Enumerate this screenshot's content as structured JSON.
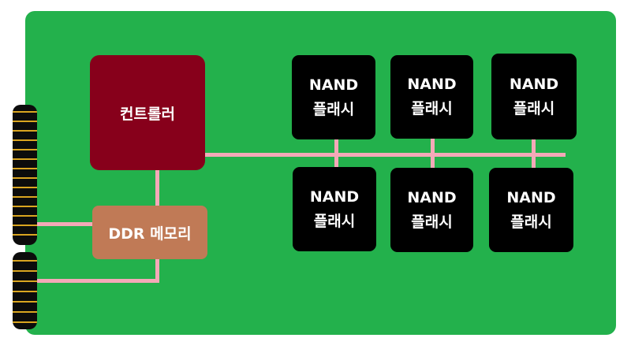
{
  "controller": {
    "label": "컨트롤러"
  },
  "ddr": {
    "label": "DDR 메모리"
  },
  "nand_top": [
    {
      "line1": "NAND",
      "line2": "플래시"
    },
    {
      "line1": "NAND",
      "line2": "플래시"
    },
    {
      "line1": "NAND",
      "line2": "플래시"
    }
  ],
  "nand_bottom": [
    {
      "line1": "NAND",
      "line2": "플래시"
    },
    {
      "line1": "NAND",
      "line2": "플래시"
    },
    {
      "line1": "NAND",
      "line2": "플래시"
    }
  ],
  "colors": {
    "board": "#23b14c",
    "controller": "#87001b",
    "ddr": "#c07a56",
    "nand": "#000000",
    "bus": "#f4a9b8",
    "connector_pin": "#d9a520"
  }
}
